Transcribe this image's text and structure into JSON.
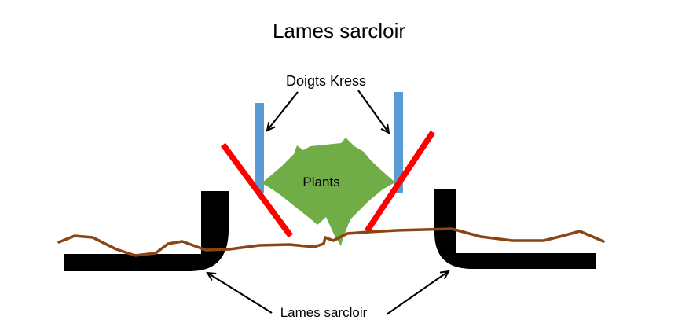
{
  "diagram": {
    "title": "Lames sarcloir",
    "kress_label": "Doigts Kress",
    "plants_label": "Plants",
    "blades_label": "Lames sarcloir",
    "colors": {
      "kress_finger_blue": "#5B9BD5",
      "tine_red": "#FF0000",
      "plant_green": "#70AD47",
      "soil_brown": "#8B4513",
      "blade_black": "#000000",
      "annotation_black": "#000000",
      "background": "#FFFFFF"
    }
  }
}
